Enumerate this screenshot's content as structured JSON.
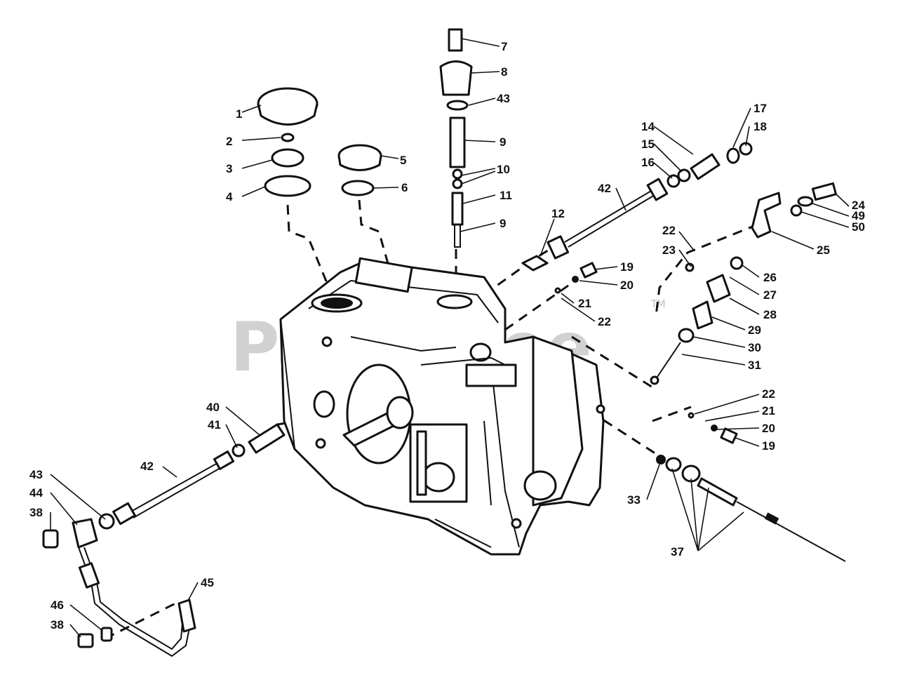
{
  "watermark": {
    "text": "PartsTree",
    "tm": "TM"
  },
  "callouts": [
    "1",
    "2",
    "3",
    "4",
    "5",
    "6",
    "7",
    "8",
    "43",
    "9",
    "10",
    "11",
    "9",
    "12",
    "42",
    "14",
    "15",
    "16",
    "17",
    "18",
    "24",
    "49",
    "50",
    "25",
    "22",
    "23",
    "26",
    "27",
    "28",
    "19",
    "20",
    "21",
    "22",
    "29",
    "30",
    "31",
    "22",
    "21",
    "20",
    "19",
    "33",
    "37",
    "40",
    "41",
    "42",
    "43",
    "44",
    "38",
    "45",
    "46",
    "38"
  ]
}
